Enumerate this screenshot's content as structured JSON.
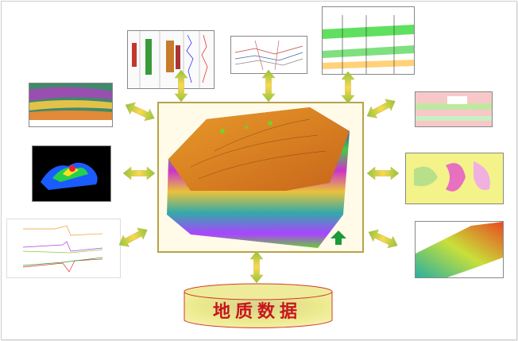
{
  "database": {
    "label": "地质数据",
    "fill": "#ecea8e",
    "border": "#d23a2a",
    "text_color": "#c8141e"
  },
  "arrow_colors": {
    "end": "#8cc63f",
    "middle": "#ffd84a"
  },
  "center_panel": {
    "name": "3d-geological-model",
    "border": "#b9a24a"
  },
  "thumbnails": [
    "well-log-panel",
    "cross-section-lines",
    "well-correlation",
    "seismic-section",
    "3d-surface-black",
    "log-curves-chart",
    "facies-section",
    "attribute-map-yellow",
    "gradient-map-green-red"
  ]
}
